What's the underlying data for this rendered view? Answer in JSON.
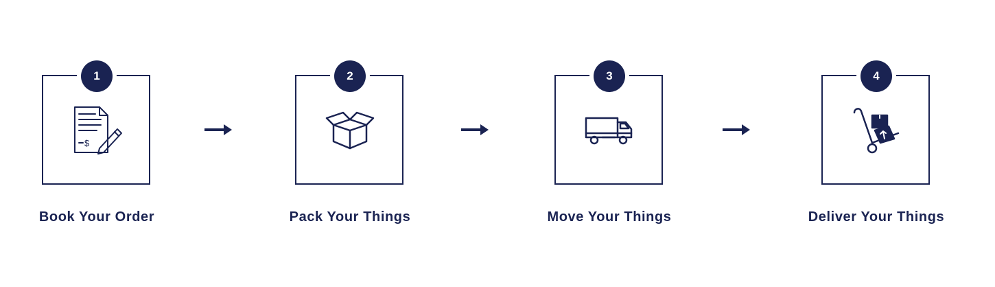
{
  "colors": {
    "primary": "#1a2352",
    "background": "#ffffff"
  },
  "steps": [
    {
      "number": "1",
      "label": "Book Your Order",
      "icon": "order-form-icon"
    },
    {
      "number": "2",
      "label": "Pack Your Things",
      "icon": "open-box-icon"
    },
    {
      "number": "3",
      "label": "Move Your Things",
      "icon": "truck-icon"
    },
    {
      "number": "4",
      "label": "Deliver Your Things",
      "icon": "hand-truck-icon"
    }
  ]
}
